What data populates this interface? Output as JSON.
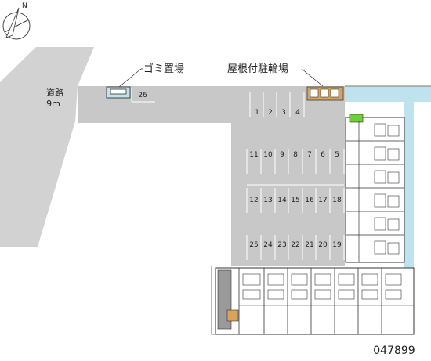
{
  "labels": {
    "road": "道路",
    "road_width": "9m",
    "garbage": "ゴミ置場",
    "bike_parking": "屋根付駐輪場",
    "code": "047899"
  },
  "parking": {
    "row1": [
      "1",
      "2",
      "3",
      "4"
    ],
    "row2": [
      "11",
      "10",
      "9",
      "8",
      "7",
      "6",
      "5"
    ],
    "row3": [
      "12",
      "13",
      "14",
      "15",
      "16",
      "17",
      "18"
    ],
    "row4": [
      "25",
      "24",
      "23",
      "22",
      "21",
      "20",
      "19"
    ],
    "extra": "26"
  },
  "colors": {
    "lot": "#c8c8c8",
    "road": "#d2d2d2",
    "water": "#bfe3ee",
    "grass": "#6fcf3a",
    "bike": "#d9a35a"
  }
}
